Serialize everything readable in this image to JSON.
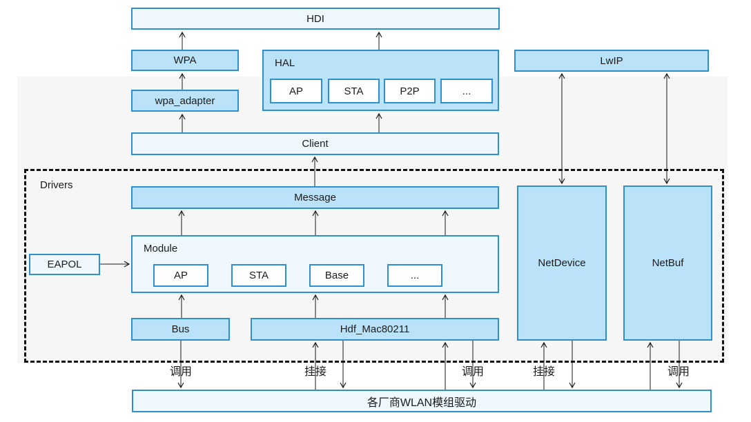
{
  "diagram": {
    "title_context": "WLAN driver architecture diagram",
    "hdi": "HDI",
    "wpa": "WPA",
    "wpa_adapter": "wpa_adapter",
    "hal": {
      "label": "HAL",
      "items": [
        "AP",
        "STA",
        "P2P",
        "..."
      ]
    },
    "lwip": "LwIP",
    "client": "Client",
    "drivers_label": "Drivers",
    "message": "Message",
    "module": {
      "label": "Module",
      "items": [
        "AP",
        "STA",
        "Base",
        "..."
      ]
    },
    "eapol": "EAPOL",
    "bus": "Bus",
    "hdf_mac80211": "Hdf_Mac80211",
    "netdevice": "NetDevice",
    "netbuf": "NetBuf",
    "vendor_box": "各厂商WLAN模组驱动",
    "edge_labels": [
      "调用",
      "挂接",
      "调用",
      "挂接",
      "调用"
    ],
    "colors": {
      "border": "#2e8fd0",
      "medium_fill": "#bae3f9",
      "light_fill": "#eff8fe",
      "panel_gray": "#f6f6f6",
      "line": "#1a1a1a"
    }
  }
}
